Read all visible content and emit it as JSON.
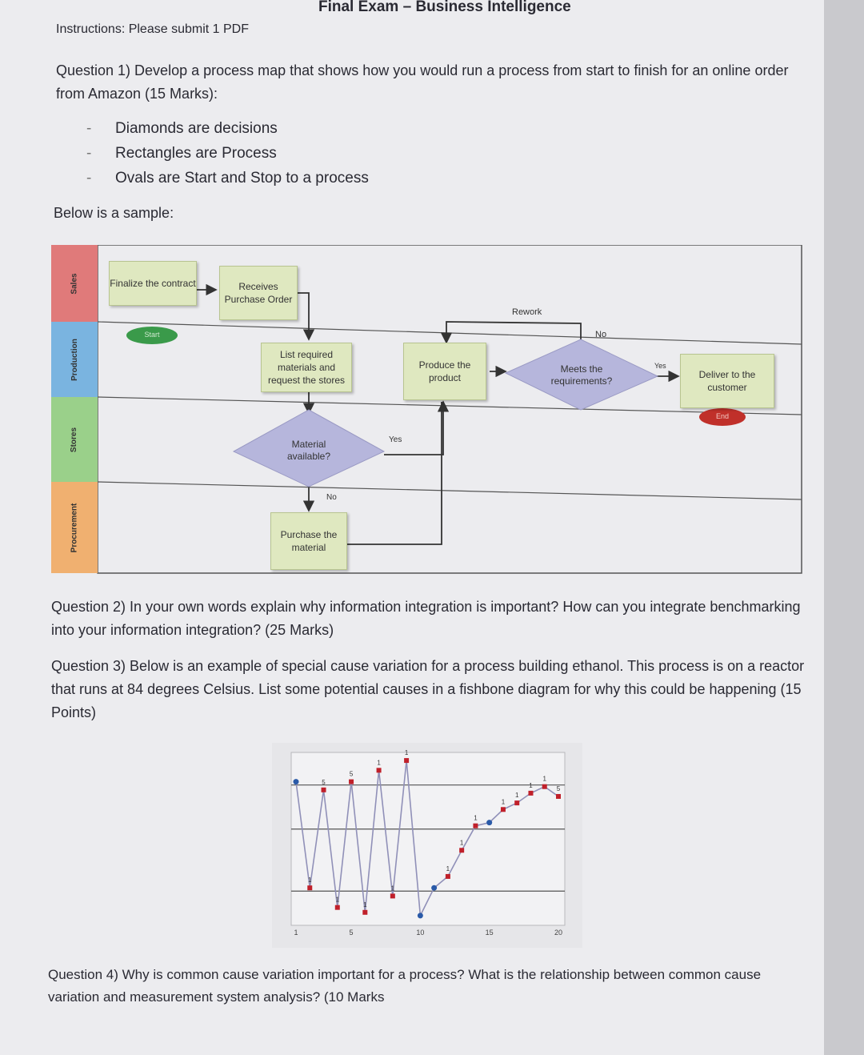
{
  "document": {
    "header_title": "Final Exam – Business Intelligence",
    "instructions": "Instructions: Please submit 1 PDF",
    "question1": {
      "text": "Question 1) Develop a process map that shows how you would run a process from start to finish for an online order from Amazon (15 Marks):",
      "bullets": [
        "Diamonds are decisions",
        "Rectangles are Process",
        "Ovals are Start and Stop to a process"
      ],
      "sample_label": "Below is a sample:"
    },
    "process_map": {
      "lanes": [
        "Sales",
        "Production",
        "Stores",
        "Procurement"
      ],
      "lane_colors": [
        "#e07a7a",
        "#7ab4e0",
        "#9ad08a",
        "#f0b070"
      ],
      "box_fill": "#dfe8c0",
      "diamond_fill": "#b6b6dc",
      "start_color": "#3a9a4a",
      "end_color": "#c0302a",
      "nodes": {
        "finalize": "Finalize the contract",
        "receives": "Receives Purchase Order",
        "start": "Start",
        "list_materials": "List required materials and request the stores",
        "material_available": "Material available?",
        "purchase": "Purchase the material",
        "produce": "Produce the product",
        "meets_req": "Meets the requirements?",
        "deliver": "Deliver to the customer",
        "end": "End"
      },
      "edge_labels": {
        "rework": "Rework",
        "no_top": "No",
        "yes_right": "Yes",
        "yes_mid": "Yes",
        "no_bottom": "No"
      }
    },
    "question2": "Question 2) In your own words explain why information integration is important? How can you integrate benchmarking into your information integration? (25 Marks)",
    "question3": "Question 3) Below is an example of special cause variation for a process building ethanol. This process is on a reactor that runs at 84 degrees Celsius. List some potential causes in a fishbone diagram for why this could be happening (15 Points)",
    "question4": "Question 4) Why is common cause variation important for a process? What is the relationship between common cause variation and measurement system analysis? (10 Marks"
  },
  "chart_data": {
    "type": "line",
    "title": "",
    "xlabel": "",
    "ylabel": "",
    "x": [
      1,
      2,
      3,
      4,
      5,
      6,
      7,
      8,
      9,
      10,
      11,
      12,
      13,
      14,
      15,
      16,
      17,
      18,
      19,
      20
    ],
    "values": [
      8.5,
      2,
      8,
      0.8,
      8.5,
      0.5,
      9.2,
      1.5,
      9.8,
      0.3,
      2,
      2.7,
      4.3,
      5.8,
      6,
      6.8,
      7.2,
      7.8,
      8.2,
      7.6
    ],
    "xticks": [
      "1",
      "5",
      "10",
      "15",
      "20"
    ],
    "ylim": [
      0,
      10
    ],
    "control_limits": {
      "ucl": 8.3,
      "center": 5.6,
      "lcl": 1.8
    },
    "line_color": "#9090b8",
    "limit_color": "#555555",
    "point_colors": {
      "in_control": "#2a5aa8",
      "out_of_control": "#c0202a"
    },
    "flags": [
      "",
      "1",
      "5",
      "1",
      "5",
      "1",
      "1",
      "1",
      "1",
      "",
      "",
      "1",
      "1",
      "1",
      "",
      "1",
      "1",
      "1",
      "1",
      "5"
    ]
  }
}
